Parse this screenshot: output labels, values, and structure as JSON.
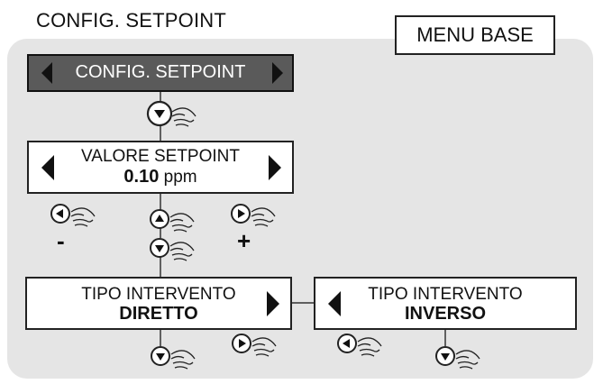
{
  "header": {
    "title": "CONFIG. SETPOINT",
    "menu_base": "MENU BASE"
  },
  "menu_bar": {
    "label": "CONFIG. SETPOINT"
  },
  "setpoint_box": {
    "label": "VALORE SETPOINT",
    "value": "0.10",
    "unit": "ppm"
  },
  "adjust": {
    "minus": "-",
    "plus": "+"
  },
  "intervention_direct": {
    "label": "TIPO INTERVENTO",
    "value": "DIRETTO"
  },
  "intervention_inverse": {
    "label": "TIPO INTERVENTO",
    "value": "INVERSO"
  },
  "colors": {
    "panel": "#e5e5e5",
    "menu_bar": "#5a5a5a",
    "border": "#222222"
  },
  "icons": [
    "arrow-left-icon",
    "arrow-right-icon",
    "down-button-icon",
    "up-button-icon",
    "left-button-icon",
    "right-button-icon",
    "finger-press-icon"
  ]
}
